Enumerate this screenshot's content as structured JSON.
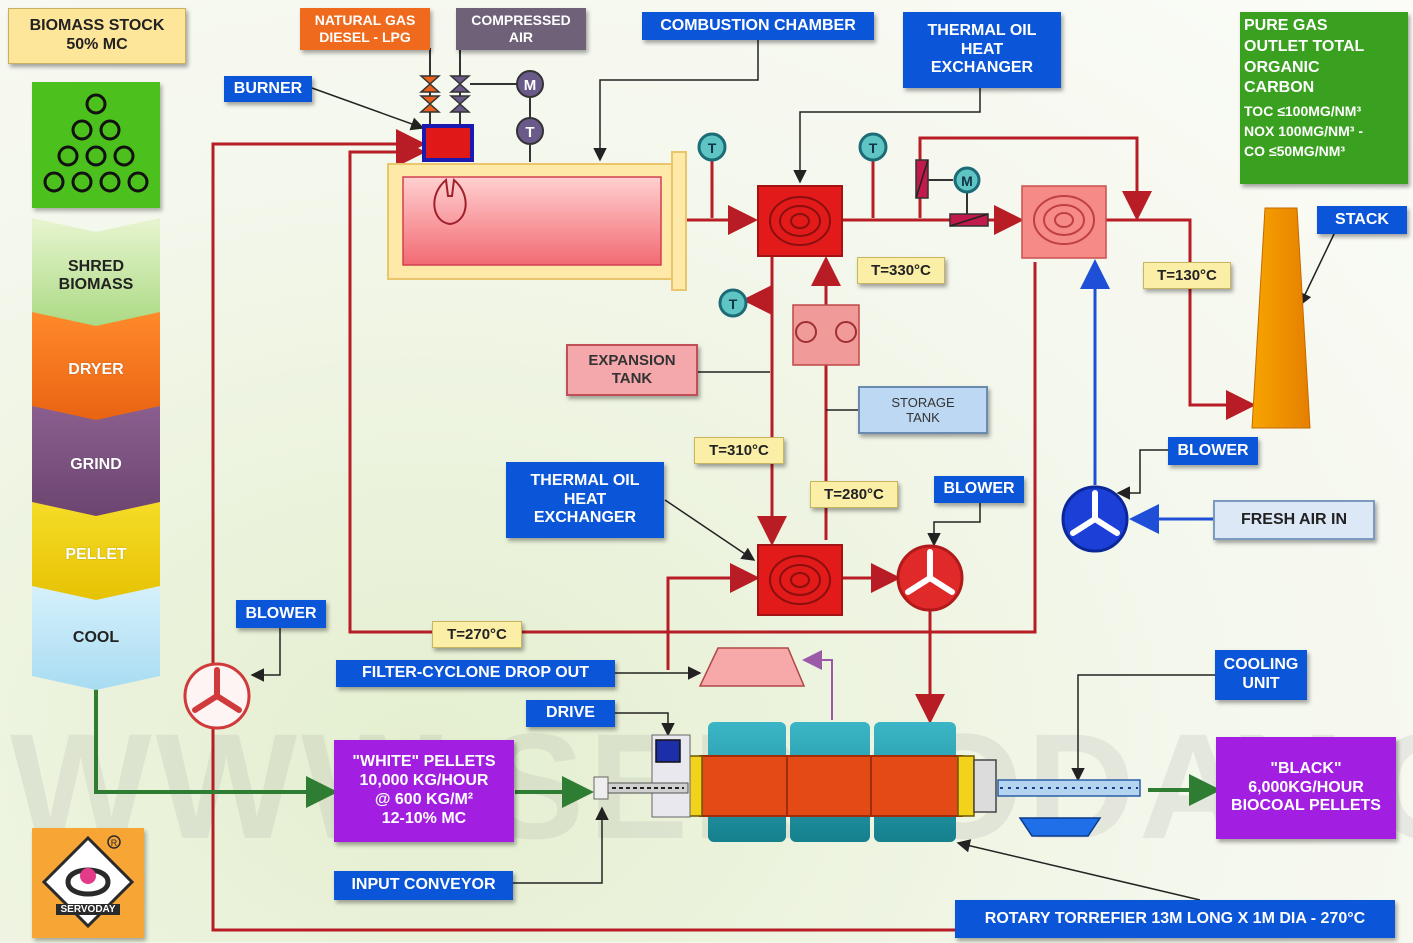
{
  "biomass_stock": "BIOMASS STOCK\n50% MC",
  "stages": [
    "SHRED\nBIOMASS",
    "DRYER",
    "GRIND",
    "PELLET",
    "COOL"
  ],
  "fuel_box": "NATURAL GAS\nDIESEL - LPG",
  "air_box": "COMPRESSED\nAIR",
  "labels": {
    "burner": "BURNER",
    "combustion_chamber": "COMBUSTION CHAMBER",
    "thermal_oil_hx_top": "THERMAL OIL\nHEAT\nEXCHANGER",
    "pure_gas_head": "PURE GAS\nOUTLET TOTAL\nORGANIC\nCARBON",
    "toc": "TOC ≤100MG/NM³",
    "nox": "NOX 100MG/NM³ -",
    "co": "CO ≤50MG/NM³",
    "stack": "STACK",
    "expansion_tank": "EXPANSION\nTANK",
    "storage_tank": "STORAGE\nTANK",
    "blower_right": "BLOWER",
    "fresh_air_in": "FRESH AIR IN",
    "thermal_oil_hx_mid": "THERMAL OIL\nHEAT\nEXCHANGER",
    "blower_mid": "BLOWER",
    "blower_left": "BLOWER",
    "filter_cyclone": "FILTER-CYCLONE DROP OUT",
    "drive": "DRIVE",
    "cooling_unit": "COOLING\nUNIT",
    "white_pellets": "\"WHITE\" PELLETS\n10,000 KG/HOUR\n@ 600 KG/M²\n12-10% MC",
    "black_pellets": "\"BLACK\"\n6,000KG/HOUR\nBIOCOAL PELLETS",
    "input_conveyor": "INPUT CONVEYOR",
    "rotary_torrefier": "ROTARY TORREFIER 13M LONG X 1M DIA - 270°C",
    "logo_text": "SERVODAY",
    "watermark": "WWW.SERVODAY.COM"
  },
  "temps": {
    "t330": "T=330°C",
    "t130": "T=130°C",
    "t310": "T=310°C",
    "t280": "T=280°C",
    "t270": "T=270°C"
  },
  "instrument_letters": {
    "motor": "M",
    "temperature": "T"
  },
  "colors": {
    "label_blue": "#0b55d8",
    "temp_yellow": "#fbefa8",
    "pipe_red": "#b81c25",
    "air_blue": "#1f4fd6",
    "product_green": "#2e7d32",
    "purple": "#a21ee0",
    "toc_green": "#3aa01f"
  }
}
